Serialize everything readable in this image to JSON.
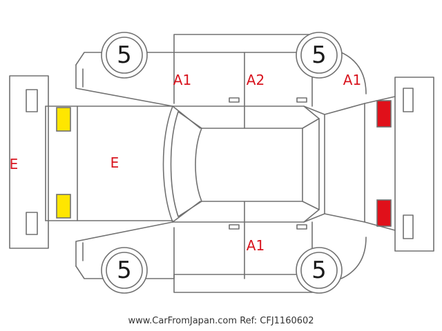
{
  "colors": {
    "outline": "#707070",
    "damage_text": "#d8141e",
    "front_lights": "#ffe600",
    "rear_lights": "#e0101a"
  },
  "wheels": {
    "front_left": "5",
    "rear_left": "5",
    "front_right": "5",
    "rear_right": "5"
  },
  "damage_codes": {
    "front_bumper": "E",
    "hood": "E",
    "front_door_left": "A1",
    "rear_door_left": "A2",
    "rear_quarter_left": "A1",
    "door_right": "A1"
  },
  "footer": {
    "site": "www.CarFromJapan.com",
    "ref": "Ref: CFJ1160602"
  }
}
